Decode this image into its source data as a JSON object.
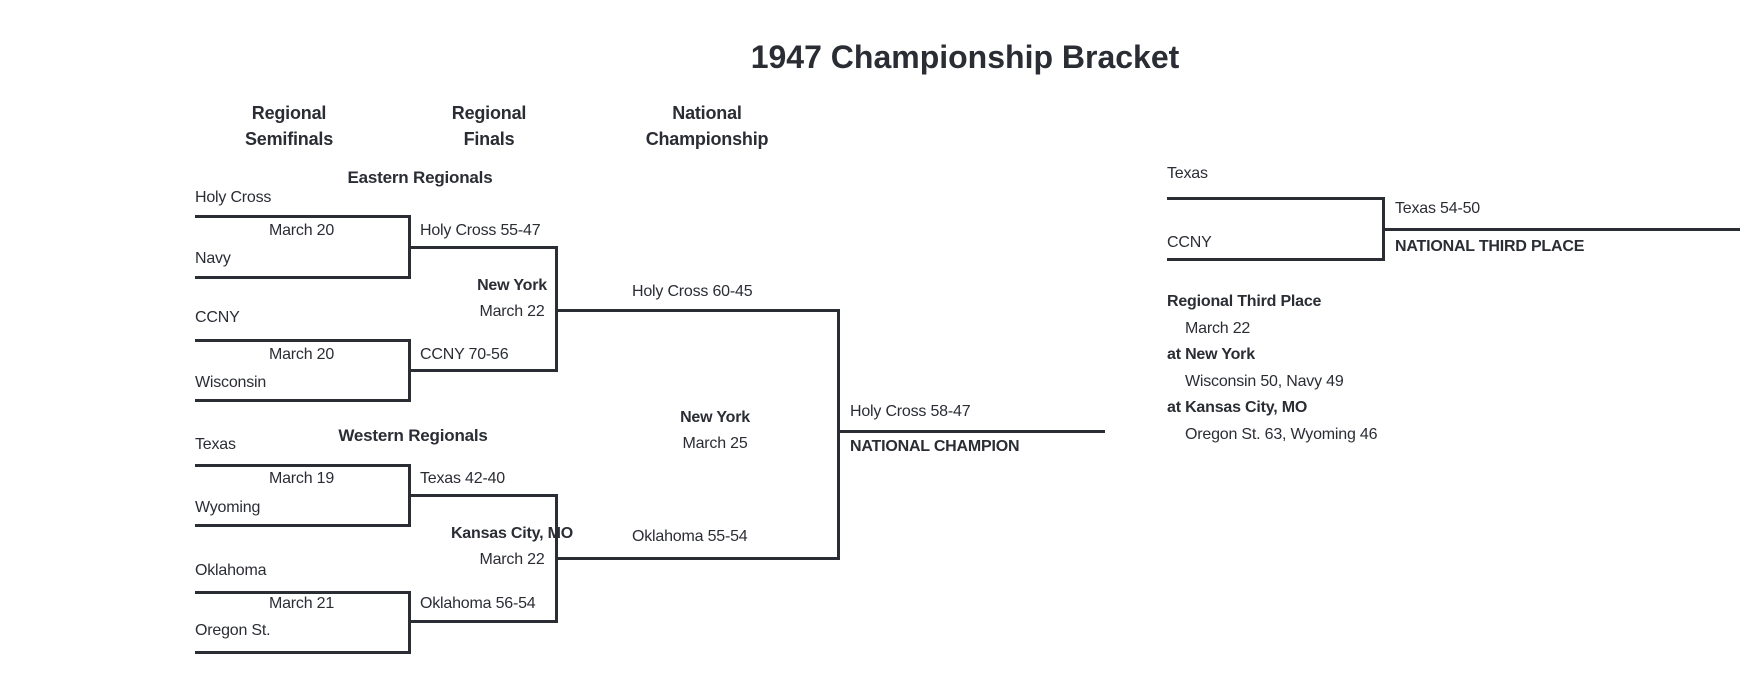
{
  "title": "1947 Championship Bracket",
  "columns": [
    {
      "line1": "Regional",
      "line2": "Semifinals"
    },
    {
      "line1": "Regional",
      "line2": "Finals"
    },
    {
      "line1": "National",
      "line2": "Championship"
    }
  ],
  "east": {
    "header": "Eastern Regionals",
    "semi1": {
      "team_top": "Holy Cross",
      "team_bottom": "Navy",
      "date": "March 20",
      "winner": "Holy Cross 55-47"
    },
    "semi2": {
      "team_top": "CCNY",
      "team_bottom": "Wisconsin",
      "date": "March 20",
      "winner": "CCNY 70-56"
    },
    "final": {
      "venue": "New York",
      "date": "March 22",
      "winner": "Holy Cross 60-45"
    }
  },
  "west": {
    "header": "Western Regionals",
    "semi1": {
      "team_top": "Texas",
      "team_bottom": "Wyoming",
      "date": "March 19",
      "winner": "Texas 42-40"
    },
    "semi2": {
      "team_top": "Oklahoma",
      "team_bottom": "Oregon St.",
      "date": "March 21",
      "winner": "Oklahoma 56-54"
    },
    "final": {
      "venue": "Kansas City, MO",
      "date": "March 22",
      "winner": "Oklahoma 55-54"
    }
  },
  "championship": {
    "venue": "New York",
    "date": "March 25",
    "winner": "Holy Cross 58-47",
    "label": "NATIONAL CHAMPION"
  },
  "third_place": {
    "team_top": "Texas",
    "team_bottom": "CCNY",
    "winner": "Texas 54-50",
    "label": "NATIONAL THIRD PLACE"
  },
  "regional_third_place": {
    "header": "Regional Third Place",
    "date": "March 22",
    "site1": {
      "venue": "at New York",
      "result": "Wisconsin 50, Navy 49"
    },
    "site2": {
      "venue": "at Kansas City, MO",
      "result": "Oregon St. 63, Wyoming 46"
    }
  },
  "colors": {
    "ink": "#2b2d35",
    "background": "#ffffff"
  }
}
